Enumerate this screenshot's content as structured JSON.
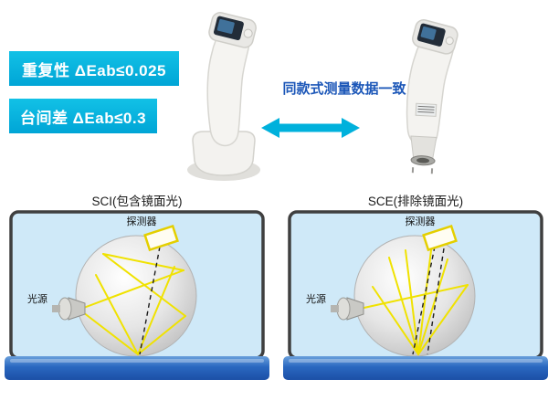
{
  "top": {
    "badges": [
      {
        "label": "重复性 ΔEab≤0.025"
      },
      {
        "label": "台间差 ΔEab≤0.3"
      }
    ],
    "center_text": "同款式测量数据一致",
    "arrow_icon": "double-headed-arrow"
  },
  "diagrams": [
    {
      "title": "SCI(包含镜面光)",
      "detector_label": "探测器",
      "source_label": "光源"
    },
    {
      "title": "SCE(排除镜面光)",
      "detector_label": "探测器",
      "source_label": "光源"
    }
  ],
  "colors": {
    "accent_cyan": "#00b1dc",
    "center_text_blue": "#1c57b8",
    "ray_yellow": "#f0e200",
    "diagram_bg": "#cfe9f8",
    "diagram_border": "#3f3f3f",
    "sample_bar_blue": "#2a68c0"
  }
}
